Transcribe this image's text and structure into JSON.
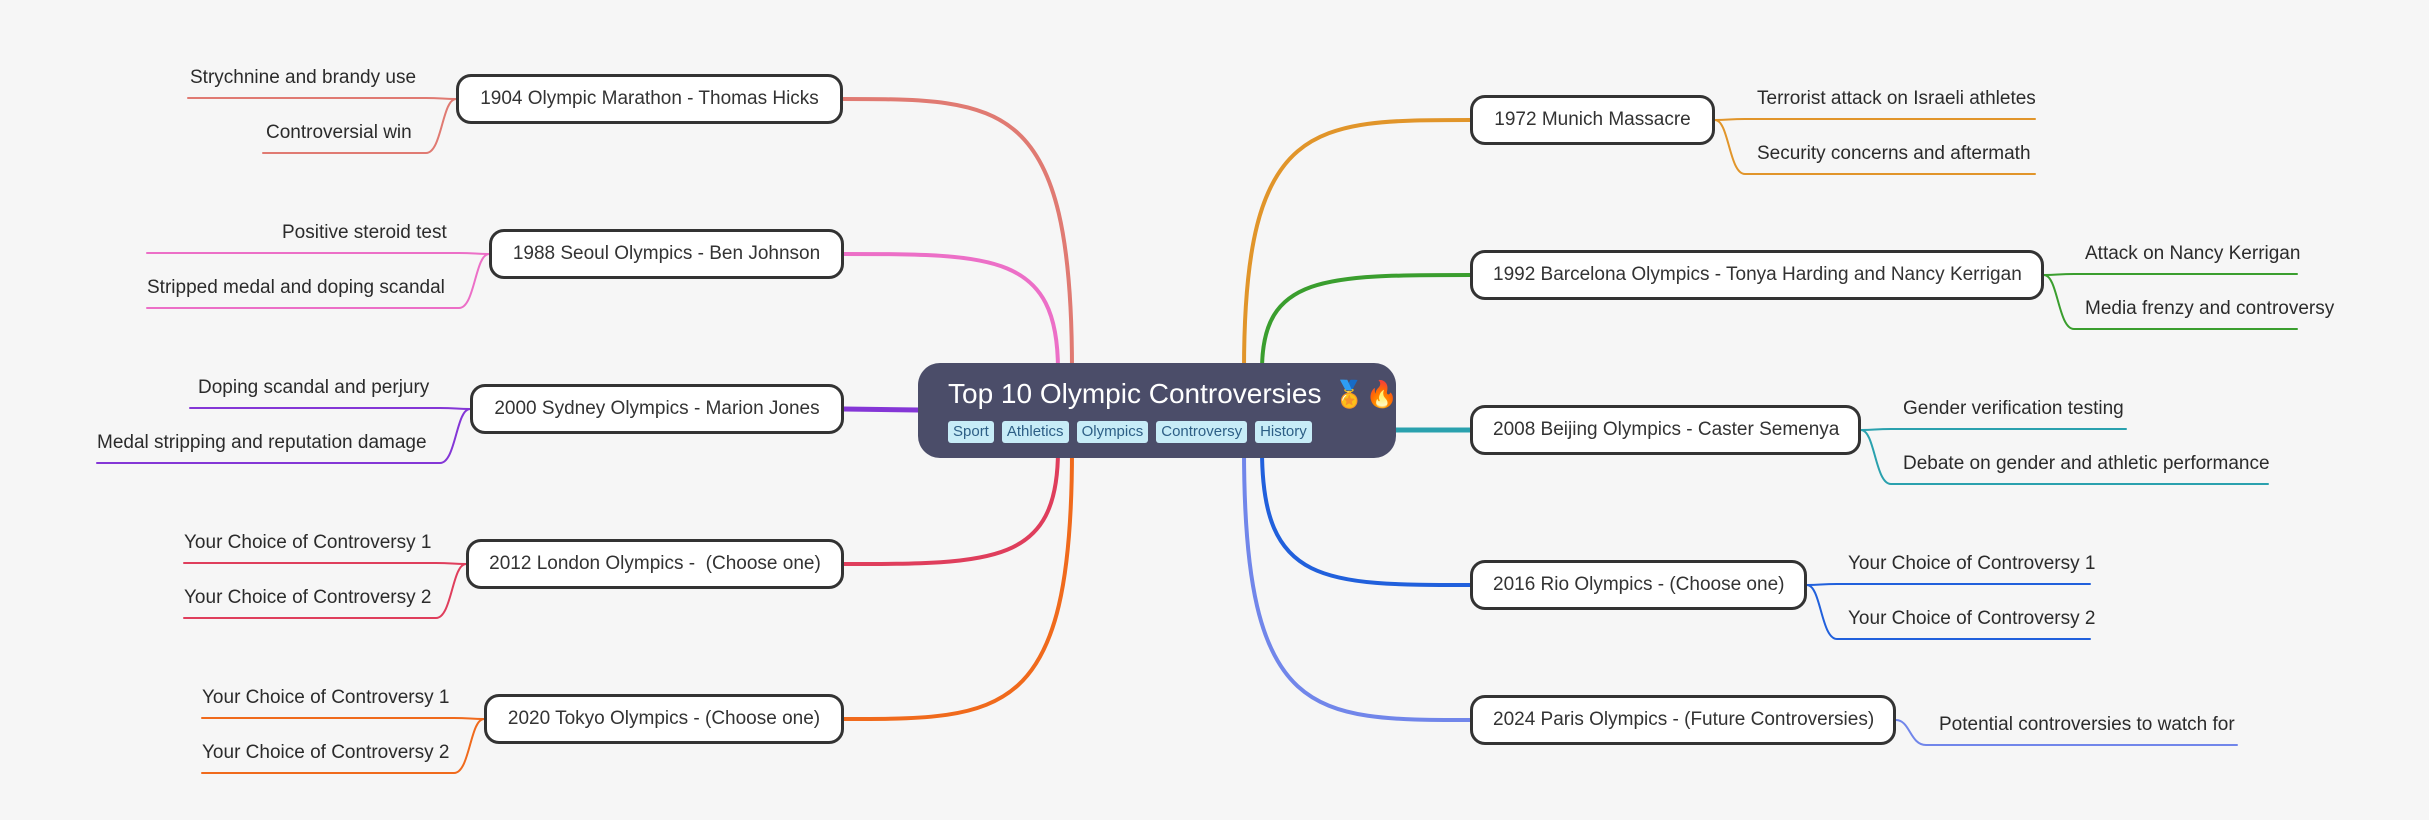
{
  "root": {
    "title": "Top 10 Olympic Controversies",
    "emoji": "🏅🔥",
    "tags": [
      "Sport",
      "Athletics",
      "Olympics",
      "Controversy",
      "History"
    ]
  },
  "branches": [
    {
      "label": "1904 Olympic Marathon - Thomas Hicks",
      "color": "#e07a72",
      "leaves": [
        "Strychnine and brandy use",
        "Controversial win"
      ]
    },
    {
      "label": "1988 Seoul Olympics - Ben Johnson",
      "color": "#ec6fc7",
      "leaves": [
        "Positive steroid test",
        "Stripped medal and doping scandal"
      ]
    },
    {
      "label": "2000 Sydney Olympics - Marion Jones",
      "color": "#8436d6",
      "leaves": [
        "Doping scandal and perjury",
        "Medal stripping and reputation damage"
      ]
    },
    {
      "label": "2012 London Olympics -  (Choose one)",
      "color": "#df3e5c",
      "leaves": [
        "Your Choice of Controversy 1",
        "Your Choice of Controversy 2"
      ]
    },
    {
      "label": "2020 Tokyo Olympics - (Choose one)",
      "color": "#f06a1c",
      "leaves": [
        "Your Choice of Controversy 1",
        "Your Choice of Controversy 2"
      ]
    },
    {
      "label": "1972 Munich Massacre",
      "color": "#e1952a",
      "leaves": [
        "Terrorist attack on Israeli athletes",
        "Security concerns and aftermath"
      ]
    },
    {
      "label": "1992 Barcelona Olympics - Tonya Harding and Nancy Kerrigan",
      "color": "#3a9e2e",
      "leaves": [
        "Attack on Nancy Kerrigan",
        "Media frenzy and controversy"
      ]
    },
    {
      "label": "2008 Beijing Olympics - Caster Semenya",
      "color": "#2aa1ae",
      "leaves": [
        "Gender verification testing",
        "Debate on gender and athletic performance"
      ]
    },
    {
      "label": "2016 Rio Olympics - (Choose one)",
      "color": "#2160dc",
      "leaves": [
        "Your Choice of Controversy 1",
        "Your Choice of Controversy 2"
      ]
    },
    {
      "label": "2024 Paris Olympics - (Future Controversies)",
      "color": "#7186ea",
      "leaves": [
        "Potential controversies to watch for"
      ]
    }
  ]
}
